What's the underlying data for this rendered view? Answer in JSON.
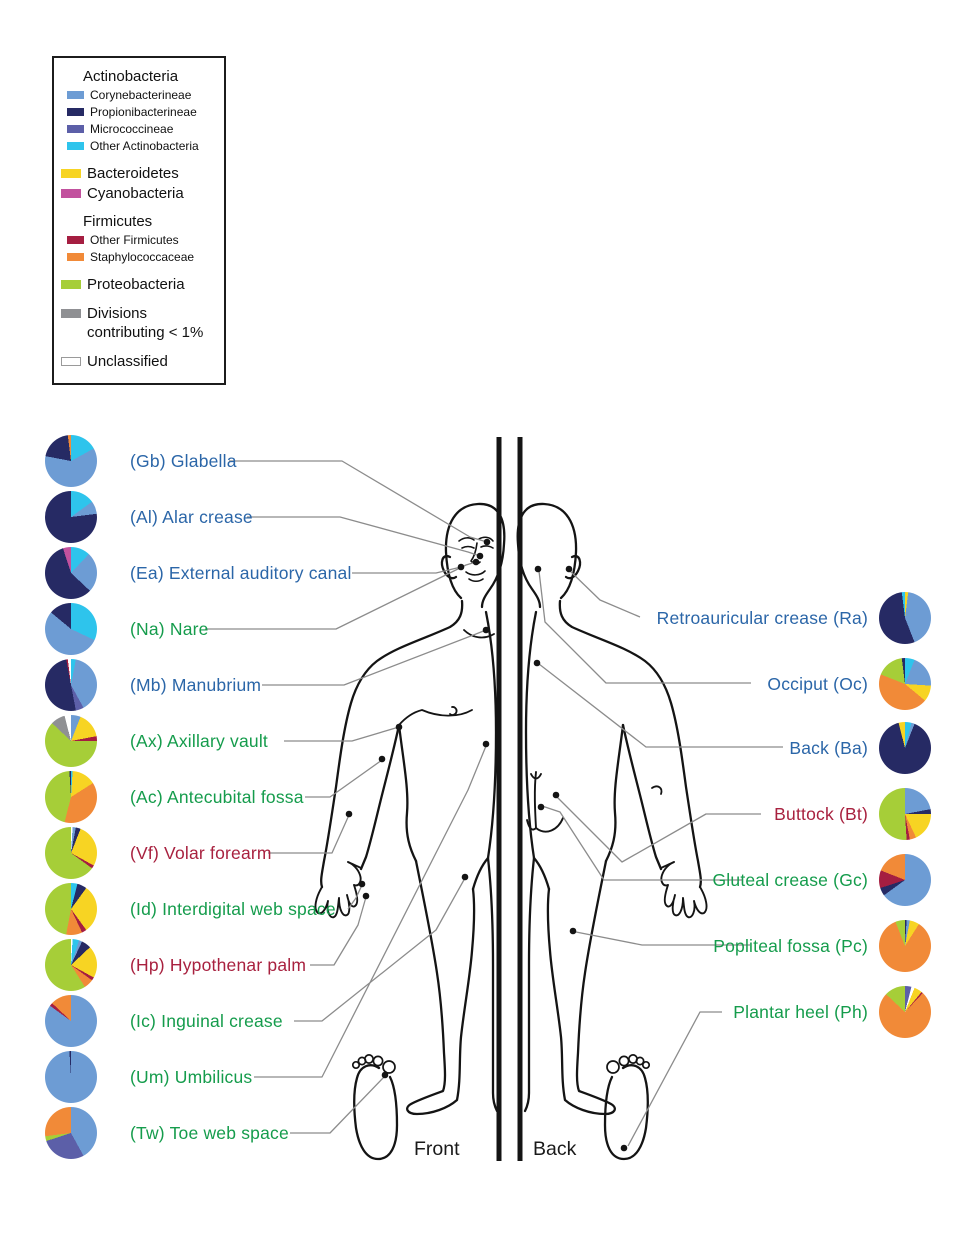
{
  "figure": {
    "front_label": "Front",
    "back_label": "Back"
  },
  "site_colors": {
    "sebaceous": "#2B66A8",
    "moist": "#159C4C",
    "dry": "#A8213F"
  },
  "legend": {
    "entries": [
      {
        "label": "Actinobacteria",
        "level": "header"
      },
      {
        "label": "Corynebacterineae",
        "swatch": "#6D9CD4",
        "level": "sub"
      },
      {
        "label": "Propionibacterineae",
        "swatch": "#262A64",
        "level": "sub"
      },
      {
        "label": "Micrococcineae",
        "swatch": "#5C5FA8",
        "level": "sub"
      },
      {
        "label": "Other Actinobacteria",
        "swatch": "#2EC4EC",
        "level": "sub"
      },
      {
        "label": "Bacteroidetes",
        "swatch": "#F7D423",
        "level": "main",
        "gap": true
      },
      {
        "label": "Cyanobacteria",
        "swatch": "#C2519E",
        "level": "main"
      },
      {
        "label": "Firmicutes",
        "level": "header",
        "gap": true
      },
      {
        "label": "Other Firmicutes",
        "swatch": "#A51E41",
        "level": "sub"
      },
      {
        "label": "Staphylococcaceae",
        "swatch": "#F18A38",
        "level": "sub"
      },
      {
        "label": "Proteobacteria",
        "swatch": "#A6CE38",
        "level": "main",
        "gap": true
      },
      {
        "label": "Divisions contributing < 1%",
        "swatch": "#8F9093",
        "level": "main",
        "gap": true
      },
      {
        "label": "Unclassified",
        "swatch": "#FFFFFF",
        "level": "main",
        "gap": true
      }
    ]
  },
  "chart_data": {
    "type": "pie",
    "description": "Relative abundance of bacterial taxa at 20 skin sites shown as pie charts around front and back body diagrams; label color encodes site type (blue sebaceous, green moist, red dry). Values are percent.",
    "taxa_colors": {
      "Corynebacterineae": "#6D9CD4",
      "Propionibacterineae": "#262A64",
      "Micrococcineae": "#5C5FA8",
      "Other Actinobacteria": "#2EC4EC",
      "Bacteroidetes": "#F7D423",
      "Cyanobacteria": "#C2519E",
      "Other Firmicutes": "#A51E41",
      "Staphylococcaceae": "#F18A38",
      "Proteobacteria": "#A6CE38",
      "Divisions contributing < 1%": "#8F9093",
      "Unclassified": "#FFFFFF"
    },
    "sites": [
      {
        "abbr": "Gb",
        "site": "Glabella",
        "label": "(Gb) Glabella",
        "column": "left",
        "skin_type": "sebaceous",
        "segments": [
          [
            "Other Actinobacteria",
            17
          ],
          [
            "Corynebacterineae",
            61
          ],
          [
            "Propionibacterineae",
            20
          ],
          [
            "Staphylococcaceae",
            2
          ]
        ]
      },
      {
        "abbr": "Al",
        "site": "Alar crease",
        "label": "(Al) Alar crease",
        "column": "left",
        "skin_type": "sebaceous",
        "segments": [
          [
            "Other Actinobacteria",
            15
          ],
          [
            "Corynebacterineae",
            8
          ],
          [
            "Propionibacterineae",
            77
          ]
        ]
      },
      {
        "abbr": "Ea",
        "site": "External auditory canal",
        "label": "(Ea) External auditory canal",
        "column": "left",
        "skin_type": "sebaceous",
        "segments": [
          [
            "Other Actinobacteria",
            12
          ],
          [
            "Corynebacterineae",
            25
          ],
          [
            "Propionibacterineae",
            58
          ],
          [
            "Cyanobacteria",
            5
          ]
        ]
      },
      {
        "abbr": "Na",
        "site": "Nare",
        "label": "(Na) Nare",
        "column": "left",
        "skin_type": "moist",
        "segments": [
          [
            "Other Actinobacteria",
            32
          ],
          [
            "Corynebacterineae",
            54
          ],
          [
            "Propionibacterineae",
            14
          ]
        ]
      },
      {
        "abbr": "Mb",
        "site": "Manubrium",
        "label": "(Mb) Manubrium",
        "column": "left",
        "skin_type": "sebaceous",
        "segments": [
          [
            "Other Actinobacteria",
            3
          ],
          [
            "Corynebacterineae",
            39
          ],
          [
            "Micrococcineae",
            5
          ],
          [
            "Propionibacterineae",
            50
          ],
          [
            "Other Firmicutes",
            1
          ],
          [
            "Unclassified",
            2
          ]
        ]
      },
      {
        "abbr": "Ax",
        "site": "Axillary vault",
        "label": "(Ax) Axillary vault",
        "column": "left",
        "skin_type": "moist",
        "segments": [
          [
            "Corynebacterineae",
            6
          ],
          [
            "Bacteroidetes",
            16
          ],
          [
            "Other Firmicutes",
            3
          ],
          [
            "Proteobacteria",
            62
          ],
          [
            "Divisions contributing < 1%",
            9
          ],
          [
            "Unclassified",
            4
          ]
        ]
      },
      {
        "abbr": "Ac",
        "site": "Antecubital fossa",
        "label": "(Ac) Antecubital fossa",
        "column": "left",
        "skin_type": "moist",
        "segments": [
          [
            "Other Actinobacteria",
            1
          ],
          [
            "Bacteroidetes",
            15
          ],
          [
            "Staphylococcaceae",
            38
          ],
          [
            "Proteobacteria",
            45
          ],
          [
            "Propionibacterineae",
            1
          ]
        ]
      },
      {
        "abbr": "Vf",
        "site": "Volar forearm",
        "label": "(Vf) Volar forearm",
        "column": "left",
        "skin_type": "dry",
        "segments": [
          [
            "Unclassified",
            1
          ],
          [
            "Corynebacterineae",
            2
          ],
          [
            "Propionibacterineae",
            3
          ],
          [
            "Bacteroidetes",
            27
          ],
          [
            "Other Firmicutes",
            2
          ],
          [
            "Proteobacteria",
            65
          ]
        ]
      },
      {
        "abbr": "Id",
        "site": "Interdigital web space",
        "label": "(Id) Interdigital web space",
        "column": "left",
        "skin_type": "moist",
        "segments": [
          [
            "Other Actinobacteria",
            4
          ],
          [
            "Propionibacterineae",
            6
          ],
          [
            "Bacteroidetes",
            30
          ],
          [
            "Other Firmicutes",
            3
          ],
          [
            "Staphylococcaceae",
            10
          ],
          [
            "Proteobacteria",
            47
          ]
        ]
      },
      {
        "abbr": "Hp",
        "site": "Hypothenar palm",
        "label": "(Hp) Hypothenar palm",
        "column": "left",
        "skin_type": "dry",
        "segments": [
          [
            "Unclassified",
            1
          ],
          [
            "Other Actinobacteria",
            4
          ],
          [
            "Corynebacterineae",
            2
          ],
          [
            "Propionibacterineae",
            6
          ],
          [
            "Bacteroidetes",
            20
          ],
          [
            "Other Firmicutes",
            2
          ],
          [
            "Staphylococcaceae",
            6
          ],
          [
            "Proteobacteria",
            59
          ]
        ]
      },
      {
        "abbr": "Ic",
        "site": "Inguinal crease",
        "label": "(Ic) Inguinal crease",
        "column": "left",
        "skin_type": "moist",
        "segments": [
          [
            "Corynebacterineae",
            85
          ],
          [
            "Other Firmicutes",
            2
          ],
          [
            "Staphylococcaceae",
            13
          ]
        ]
      },
      {
        "abbr": "Um",
        "site": "Umbilicus",
        "label": "(Um) Umbilicus",
        "column": "left",
        "skin_type": "moist",
        "segments": [
          [
            "Corynebacterineae",
            99
          ],
          [
            "Propionibacterineae",
            1
          ]
        ]
      },
      {
        "abbr": "Tw",
        "site": "Toe web space",
        "label": "(Tw) Toe web space",
        "column": "left",
        "skin_type": "moist",
        "segments": [
          [
            "Corynebacterineae",
            42
          ],
          [
            "Micrococcineae",
            28
          ],
          [
            "Proteobacteria",
            3
          ],
          [
            "Staphylococcaceae",
            27
          ]
        ]
      },
      {
        "abbr": "Ra",
        "site": "Retroauricular crease",
        "label": "Retroauricular crease (Ra)",
        "column": "right",
        "skin_type": "sebaceous",
        "segments": [
          [
            "Bacteroidetes",
            2
          ],
          [
            "Corynebacterineae",
            42
          ],
          [
            "Propionibacterineae",
            54
          ],
          [
            "Other Actinobacteria",
            2
          ]
        ]
      },
      {
        "abbr": "Oc",
        "site": "Occiput",
        "label": "Occiput (Oc)",
        "column": "right",
        "skin_type": "sebaceous",
        "segments": [
          [
            "Other Actinobacteria",
            6
          ],
          [
            "Corynebacterineae",
            20
          ],
          [
            "Bacteroidetes",
            10
          ],
          [
            "Staphylococcaceae",
            45
          ],
          [
            "Proteobacteria",
            17
          ],
          [
            "Propionibacterineae",
            2
          ]
        ]
      },
      {
        "abbr": "Ba",
        "site": "Back",
        "label": "Back (Ba)",
        "column": "right",
        "skin_type": "sebaceous",
        "segments": [
          [
            "Other Actinobacteria",
            4
          ],
          [
            "Corynebacterineae",
            2
          ],
          [
            "Propionibacterineae",
            90
          ],
          [
            "Bacteroidetes",
            4
          ]
        ]
      },
      {
        "abbr": "Bt",
        "site": "Buttock",
        "label": "Buttock (Bt)",
        "column": "right",
        "skin_type": "dry",
        "segments": [
          [
            "Corynebacterineae",
            22
          ],
          [
            "Propionibacterineae",
            3
          ],
          [
            "Bacteroidetes",
            18
          ],
          [
            "Staphylococcaceae",
            4
          ],
          [
            "Other Firmicutes",
            2
          ],
          [
            "Proteobacteria",
            51
          ]
        ]
      },
      {
        "abbr": "Gc",
        "site": "Gluteal crease",
        "label": "Gluteal crease (Gc)",
        "column": "right",
        "skin_type": "moist",
        "segments": [
          [
            "Corynebacterineae",
            65
          ],
          [
            "Propionibacterineae",
            5
          ],
          [
            "Other Firmicutes",
            11
          ],
          [
            "Staphylococcaceae",
            19
          ]
        ]
      },
      {
        "abbr": "Pc",
        "site": "Popliteal fossa",
        "label": "Popliteal fossa (Pc)",
        "column": "right",
        "skin_type": "moist",
        "segments": [
          [
            "Propionibacterineae",
            1
          ],
          [
            "Corynebacterineae",
            2
          ],
          [
            "Bacteroidetes",
            6
          ],
          [
            "Staphylococcaceae",
            85
          ],
          [
            "Proteobacteria",
            6
          ]
        ]
      },
      {
        "abbr": "Ph",
        "site": "Plantar heel",
        "label": "Plantar heel (Ph)",
        "column": "right",
        "skin_type": "moist",
        "segments": [
          [
            "Micrococcineae",
            4
          ],
          [
            "Unclassified",
            2
          ],
          [
            "Bacteroidetes",
            5
          ],
          [
            "Other Firmicutes",
            1
          ],
          [
            "Staphylococcaceae",
            75
          ],
          [
            "Proteobacteria",
            13
          ]
        ]
      }
    ]
  }
}
